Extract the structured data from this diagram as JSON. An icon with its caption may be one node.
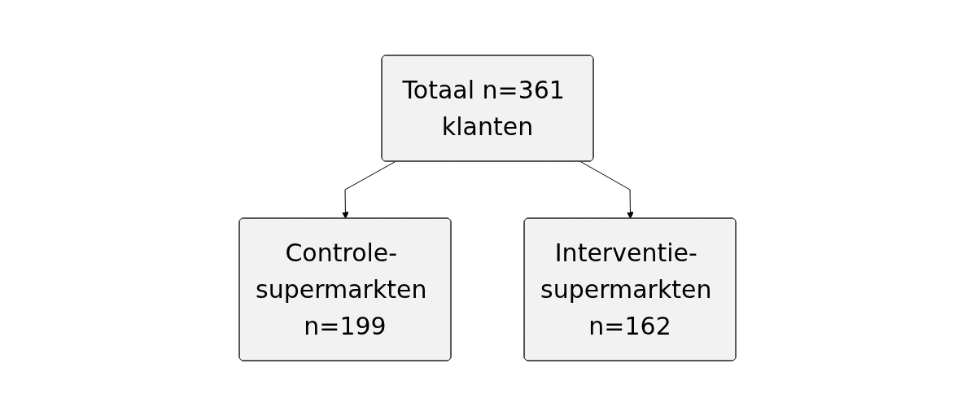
{
  "diagram": {
    "nodes": [
      {
        "text": [
          "Totaal n=361 klanten"
        ]
      },
      {
        "text": [
          "Controle- supermarkten n=199"
        ]
      },
      {
        "text": [
          "Interventie- supermarkten n=162"
        ]
      }
    ],
    "edges": [
      {
        "from": 0,
        "to": 1,
        "arrow": "to"
      },
      {
        "from": 0,
        "to": 2,
        "arrow": "to"
      }
    ]
  }
}
